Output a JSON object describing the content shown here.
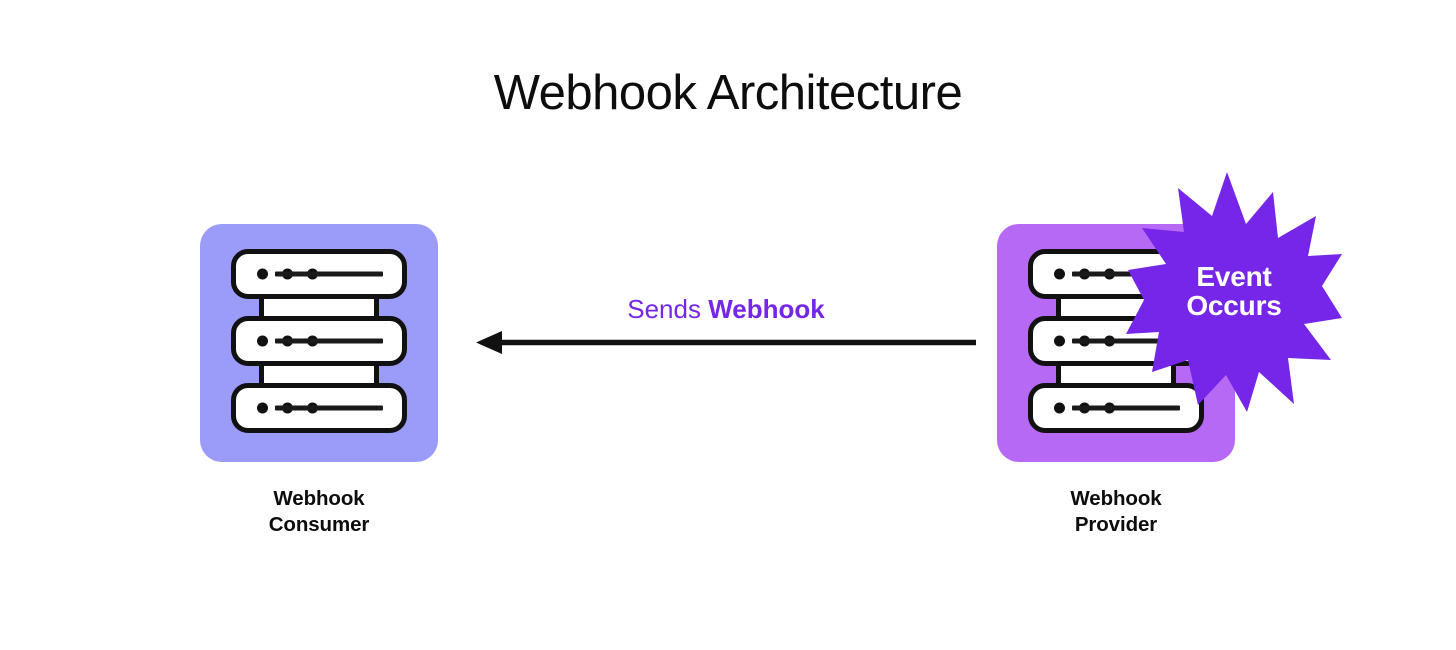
{
  "title": "Webhook Architecture",
  "colors": {
    "background": "#ffffff",
    "consumer_panel": "#9b9bfa",
    "provider_panel": "#b569f5",
    "starburst": "#7526e8",
    "accent_text": "#7526e8",
    "ink": "#111111",
    "title_ink": "#0d0d0d"
  },
  "nodes": {
    "consumer": {
      "caption_line1": "Webhook",
      "caption_line2": "Consumer",
      "panel_color": "#9b9bfa"
    },
    "provider": {
      "caption_line1": "Webhook",
      "caption_line2": "Provider",
      "panel_color": "#b569f5"
    }
  },
  "server_icon": {
    "tiers": 3,
    "dots_per_tier": 3
  },
  "arrow": {
    "label_regular": "Sends",
    "label_bold": "Webhook",
    "direction": "right-to-left",
    "from": "Webhook Provider",
    "to": "Webhook Consumer"
  },
  "starburst": {
    "line1": "Event",
    "line2": "Occurs",
    "fill": "#7526e8"
  }
}
